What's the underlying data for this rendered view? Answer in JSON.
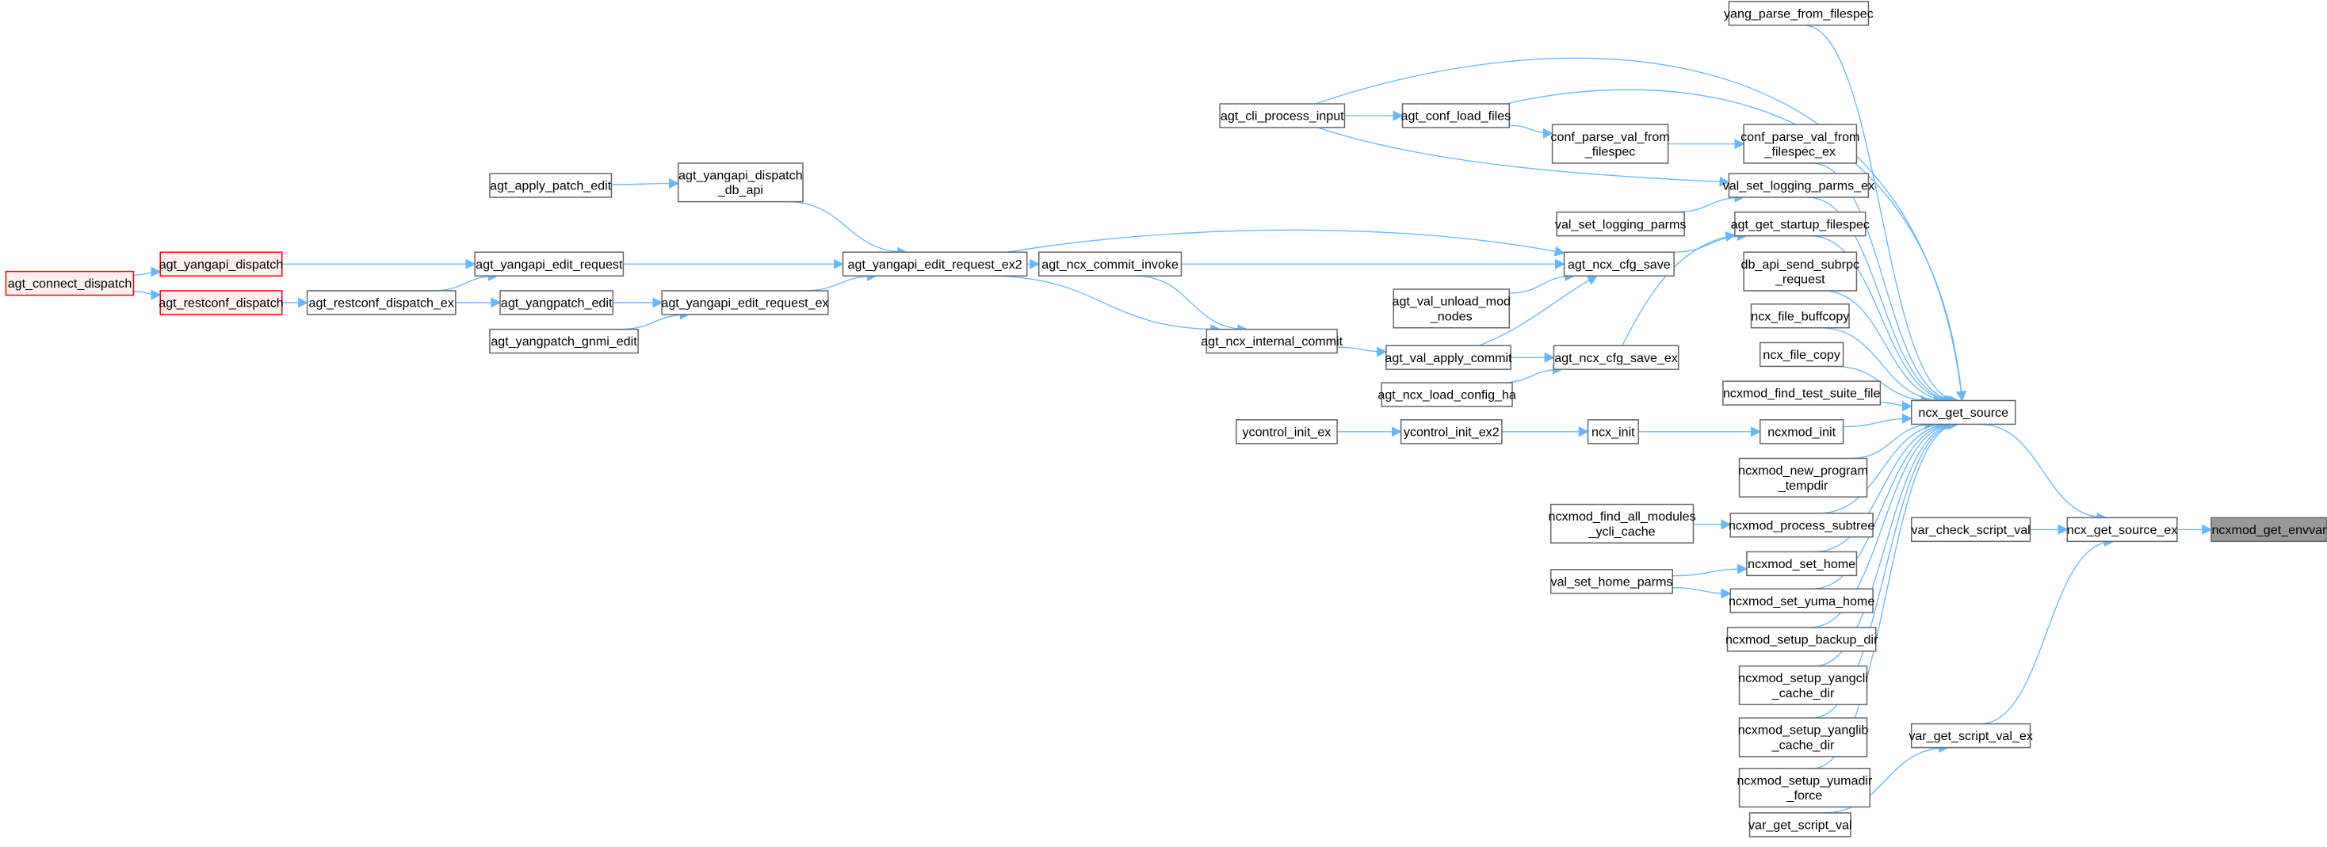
{
  "colors": {
    "edge": "#63b8ff",
    "node_border": "#666666",
    "caller_highlight_border": "#ff0000",
    "caller_highlight_fill": "#fff0f0",
    "focus_fill": "#999999"
  },
  "nodes": [
    {
      "id": "ncxmod_get_envvar",
      "lines": [
        "ncxmod_get_envvar"
      ],
      "style": "focus"
    },
    {
      "id": "ncx_get_source_ex",
      "lines": [
        "ncx_get_source_ex"
      ]
    },
    {
      "id": "var_check_script_val",
      "lines": [
        "var_check_script_val"
      ]
    },
    {
      "id": "var_get_script_val_ex",
      "lines": [
        "var_get_script_val_ex"
      ]
    },
    {
      "id": "var_get_script_val",
      "lines": [
        "var_get_script_val"
      ]
    },
    {
      "id": "ncx_get_source",
      "lines": [
        "ncx_get_source"
      ]
    },
    {
      "id": "yang_parse_from_filespec",
      "lines": [
        "yang_parse_from_filespec"
      ]
    },
    {
      "id": "conf_parse_val_from_filespec_ex",
      "lines": [
        "conf_parse_val_from",
        "_filespec_ex"
      ]
    },
    {
      "id": "val_set_logging_parms_ex",
      "lines": [
        "val_set_logging_parms_ex"
      ]
    },
    {
      "id": "agt_get_startup_filespec",
      "lines": [
        "agt_get_startup_filespec"
      ]
    },
    {
      "id": "db_api_send_subrpc_request",
      "lines": [
        "db_api_send_subrpc",
        "_request"
      ]
    },
    {
      "id": "ncx_file_buffcopy",
      "lines": [
        "ncx_file_buffcopy"
      ]
    },
    {
      "id": "ncx_file_copy",
      "lines": [
        "ncx_file_copy"
      ]
    },
    {
      "id": "ncxmod_find_test_suite_file",
      "lines": [
        "ncxmod_find_test_suite_file"
      ]
    },
    {
      "id": "ncxmod_init",
      "lines": [
        "ncxmod_init"
      ]
    },
    {
      "id": "ncxmod_new_program_tempdir",
      "lines": [
        "ncxmod_new_program",
        "_tempdir"
      ]
    },
    {
      "id": "ncxmod_process_subtree",
      "lines": [
        "ncxmod_process_subtree"
      ]
    },
    {
      "id": "ncxmod_set_home",
      "lines": [
        "ncxmod_set_home"
      ]
    },
    {
      "id": "ncxmod_set_yuma_home",
      "lines": [
        "ncxmod_set_yuma_home"
      ]
    },
    {
      "id": "ncxmod_setup_backup_dir",
      "lines": [
        "ncxmod_setup_backup_dir"
      ]
    },
    {
      "id": "ncxmod_setup_yangcli_cache_dir",
      "lines": [
        "ncxmod_setup_yangcli",
        "_cache_dir"
      ]
    },
    {
      "id": "ncxmod_setup_yanglib_cache_dir",
      "lines": [
        "ncxmod_setup_yanglib",
        "_cache_dir"
      ]
    },
    {
      "id": "ncxmod_setup_yumadir_force",
      "lines": [
        "ncxmod_setup_yumadir",
        "_force"
      ]
    },
    {
      "id": "ncx_init",
      "lines": [
        "ncx_init"
      ]
    },
    {
      "id": "ycontrol_init_ex2",
      "lines": [
        "ycontrol_init_ex2"
      ]
    },
    {
      "id": "ycontrol_init_ex",
      "lines": [
        "ycontrol_init_ex"
      ]
    },
    {
      "id": "ncxmod_find_all_modules_ycli_cache",
      "lines": [
        "ncxmod_find_all_modules",
        "_ycli_cache"
      ]
    },
    {
      "id": "val_set_home_parms",
      "lines": [
        "val_set_home_parms"
      ]
    },
    {
      "id": "agt_cli_process_input",
      "lines": [
        "agt_cli_process_input"
      ]
    },
    {
      "id": "agt_conf_load_files",
      "lines": [
        "agt_conf_load_files"
      ]
    },
    {
      "id": "conf_parse_val_from_filespec",
      "lines": [
        "conf_parse_val_from",
        "_filespec"
      ]
    },
    {
      "id": "val_set_logging_parms",
      "lines": [
        "val_set_logging_parms"
      ]
    },
    {
      "id": "agt_ncx_cfg_save",
      "lines": [
        "agt_ncx_cfg_save"
      ]
    },
    {
      "id": "agt_val_unload_mod_nodes",
      "lines": [
        "agt_val_unload_mod",
        "_nodes"
      ]
    },
    {
      "id": "agt_ncx_internal_commit",
      "lines": [
        "agt_ncx_internal_commit"
      ]
    },
    {
      "id": "agt_val_apply_commit",
      "lines": [
        "agt_val_apply_commit"
      ]
    },
    {
      "id": "agt_ncx_cfg_save_ex",
      "lines": [
        "agt_ncx_cfg_save_ex"
      ]
    },
    {
      "id": "agt_ncx_load_config_ha",
      "lines": [
        "agt_ncx_load_config_ha"
      ]
    },
    {
      "id": "agt_ncx_commit_invoke",
      "lines": [
        "agt_ncx_commit_invoke"
      ]
    },
    {
      "id": "agt_yangapi_edit_request_ex2",
      "lines": [
        "agt_yangapi_edit_request_ex2"
      ]
    },
    {
      "id": "agt_yangapi_dispatch_db_api",
      "lines": [
        "agt_yangapi_dispatch",
        "_db_api"
      ]
    },
    {
      "id": "agt_apply_patch_edit",
      "lines": [
        "agt_apply_patch_edit"
      ]
    },
    {
      "id": "agt_yangapi_edit_request",
      "lines": [
        "agt_yangapi_edit_request"
      ]
    },
    {
      "id": "agt_yangpatch_edit",
      "lines": [
        "agt_yangpatch_edit"
      ]
    },
    {
      "id": "agt_yangapi_edit_request_ex",
      "lines": [
        "agt_yangapi_edit_request_ex"
      ]
    },
    {
      "id": "agt_yangpatch_gnmi_edit",
      "lines": [
        "agt_yangpatch_gnmi_edit"
      ]
    },
    {
      "id": "agt_restconf_dispatch_ex",
      "lines": [
        "agt_restconf_dispatch_ex"
      ]
    },
    {
      "id": "agt_yangapi_dispatch",
      "lines": [
        "agt_yangapi_dispatch"
      ],
      "style": "red"
    },
    {
      "id": "agt_restconf_dispatch",
      "lines": [
        "agt_restconf_dispatch"
      ],
      "style": "red"
    },
    {
      "id": "agt_connect_dispatch",
      "lines": [
        "agt_connect_dispatch"
      ],
      "style": "red"
    }
  ],
  "edges": [
    [
      "ncx_get_source_ex",
      "ncxmod_get_envvar"
    ],
    [
      "ncx_get_source",
      "ncx_get_source_ex"
    ],
    [
      "var_check_script_val",
      "ncx_get_source_ex"
    ],
    [
      "var_get_script_val_ex",
      "ncx_get_source_ex"
    ],
    [
      "var_get_script_val",
      "var_get_script_val_ex"
    ],
    [
      "yang_parse_from_filespec",
      "ncx_get_source"
    ],
    [
      "agt_cli_process_input",
      "ncx_get_source"
    ],
    [
      "agt_conf_load_files",
      "ncx_get_source"
    ],
    [
      "conf_parse_val_from_filespec_ex",
      "ncx_get_source"
    ],
    [
      "val_set_logging_parms_ex",
      "ncx_get_source"
    ],
    [
      "agt_get_startup_filespec",
      "ncx_get_source"
    ],
    [
      "db_api_send_subrpc_request",
      "ncx_get_source"
    ],
    [
      "ncx_file_buffcopy",
      "ncx_get_source"
    ],
    [
      "ncx_file_copy",
      "ncx_get_source"
    ],
    [
      "ncxmod_find_test_suite_file",
      "ncx_get_source"
    ],
    [
      "ncxmod_init",
      "ncx_get_source"
    ],
    [
      "ncxmod_new_program_tempdir",
      "ncx_get_source"
    ],
    [
      "ncxmod_process_subtree",
      "ncx_get_source"
    ],
    [
      "ncxmod_set_home",
      "ncx_get_source"
    ],
    [
      "ncxmod_set_yuma_home",
      "ncx_get_source"
    ],
    [
      "ncxmod_setup_backup_dir",
      "ncx_get_source"
    ],
    [
      "ncxmod_setup_yangcli_cache_dir",
      "ncx_get_source"
    ],
    [
      "ncxmod_setup_yanglib_cache_dir",
      "ncx_get_source"
    ],
    [
      "ncxmod_setup_yumadir_force",
      "ncx_get_source"
    ],
    [
      "agt_cli_process_input",
      "agt_conf_load_files"
    ],
    [
      "agt_cli_process_input",
      "val_set_logging_parms_ex"
    ],
    [
      "agt_conf_load_files",
      "conf_parse_val_from_filespec"
    ],
    [
      "conf_parse_val_from_filespec",
      "conf_parse_val_from_filespec_ex"
    ],
    [
      "val_set_logging_parms",
      "val_set_logging_parms_ex"
    ],
    [
      "agt_ncx_cfg_save",
      "agt_get_startup_filespec"
    ],
    [
      "agt_ncx_cfg_save_ex",
      "agt_get_startup_filespec"
    ],
    [
      "agt_val_unload_mod_nodes",
      "agt_ncx_cfg_save"
    ],
    [
      "agt_val_apply_commit",
      "agt_ncx_cfg_save"
    ],
    [
      "agt_val_apply_commit",
      "agt_ncx_cfg_save_ex"
    ],
    [
      "agt_ncx_load_config_ha",
      "agt_ncx_cfg_save_ex"
    ],
    [
      "agt_ncx_internal_commit",
      "agt_val_apply_commit"
    ],
    [
      "agt_ncx_commit_invoke",
      "agt_ncx_cfg_save"
    ],
    [
      "agt_ncx_commit_invoke",
      "agt_ncx_internal_commit"
    ],
    [
      "agt_yangapi_edit_request_ex2",
      "agt_ncx_commit_invoke"
    ],
    [
      "agt_yangapi_edit_request_ex2",
      "agt_ncx_cfg_save"
    ],
    [
      "agt_yangapi_edit_request_ex2",
      "agt_ncx_internal_commit"
    ],
    [
      "agt_yangapi_dispatch_db_api",
      "agt_yangapi_edit_request_ex2"
    ],
    [
      "agt_yangapi_edit_request",
      "agt_yangapi_edit_request_ex2"
    ],
    [
      "agt_yangapi_edit_request_ex",
      "agt_yangapi_edit_request_ex2"
    ],
    [
      "agt_apply_patch_edit",
      "agt_yangapi_dispatch_db_api"
    ],
    [
      "agt_yangpatch_edit",
      "agt_yangapi_edit_request_ex"
    ],
    [
      "agt_yangpatch_gnmi_edit",
      "agt_yangapi_edit_request_ex"
    ],
    [
      "agt_restconf_dispatch_ex",
      "agt_yangpatch_edit"
    ],
    [
      "agt_restconf_dispatch_ex",
      "agt_yangapi_edit_request"
    ],
    [
      "agt_yangapi_dispatch",
      "agt_yangapi_edit_request"
    ],
    [
      "agt_restconf_dispatch",
      "agt_restconf_dispatch_ex"
    ],
    [
      "agt_connect_dispatch",
      "agt_yangapi_dispatch"
    ],
    [
      "agt_connect_dispatch",
      "agt_restconf_dispatch"
    ],
    [
      "ycontrol_init_ex",
      "ycontrol_init_ex2"
    ],
    [
      "ycontrol_init_ex2",
      "ncx_init"
    ],
    [
      "ncx_init",
      "ncxmod_init"
    ],
    [
      "ncxmod_find_all_modules_ycli_cache",
      "ncxmod_process_subtree"
    ],
    [
      "val_set_home_parms",
      "ncxmod_set_home"
    ],
    [
      "val_set_home_parms",
      "ncxmod_set_yuma_home"
    ]
  ]
}
